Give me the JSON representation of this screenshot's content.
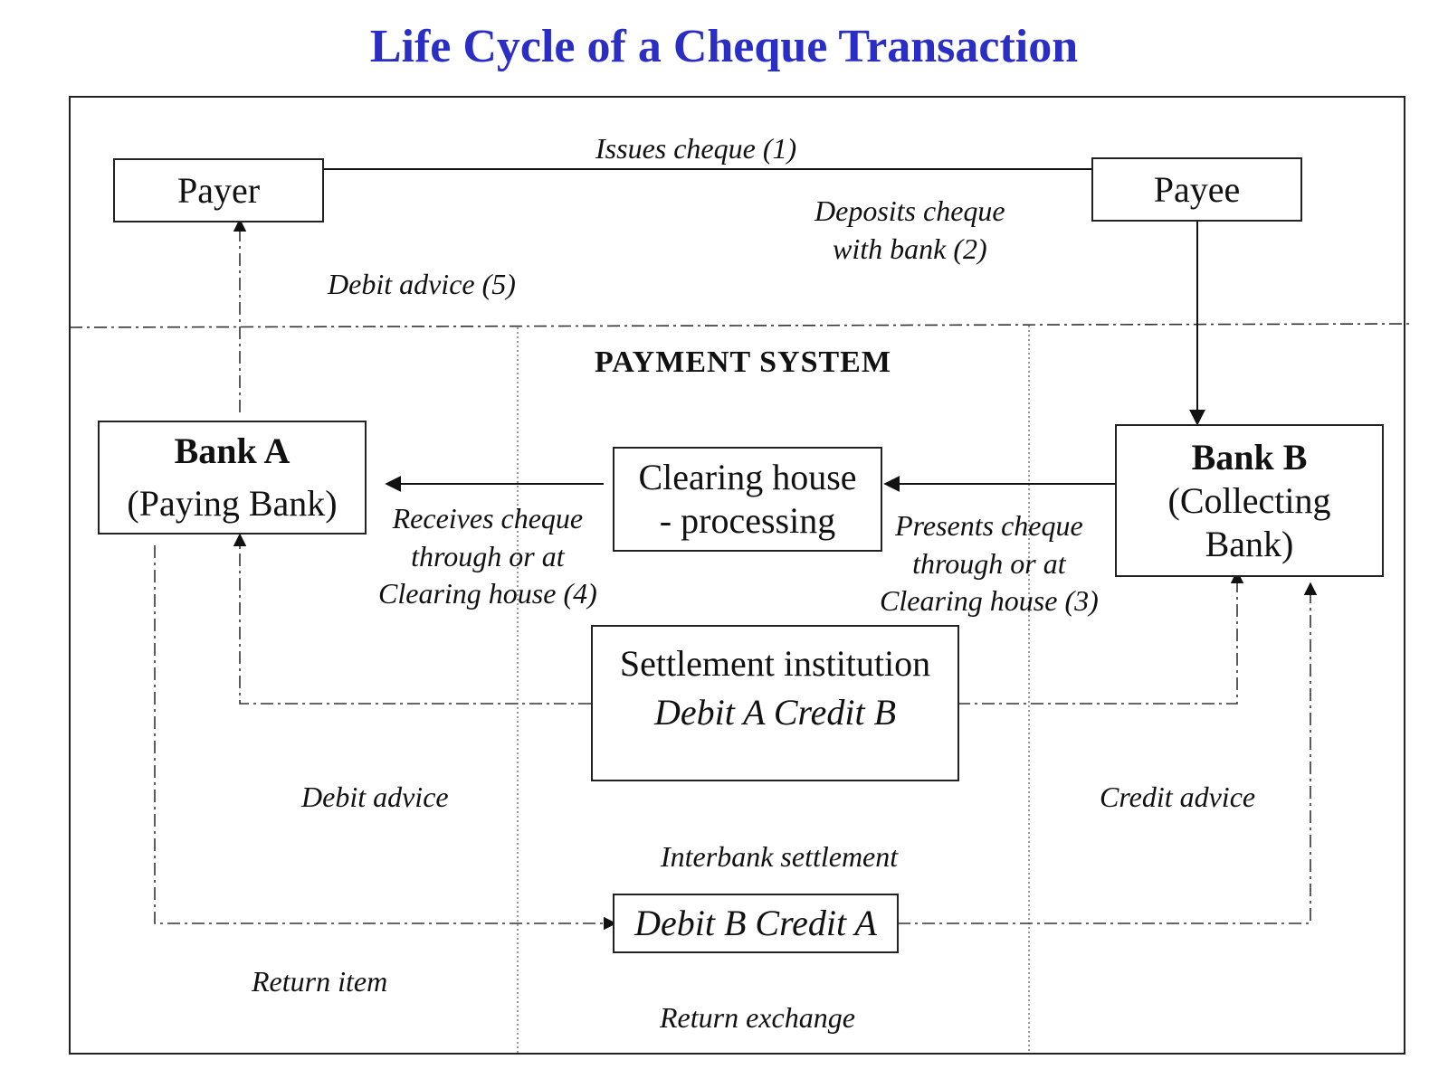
{
  "title": "Life Cycle of a Cheque Transaction",
  "section_header": "PAYMENT SYSTEM",
  "nodes": {
    "payer": "Payer",
    "payee": "Payee",
    "bank_a": {
      "name": "Bank A",
      "role": "(Paying Bank)"
    },
    "bank_b": {
      "name": "Bank B",
      "role_line1": "(Collecting",
      "role_line2": "Bank)"
    },
    "clearing": {
      "line1": "Clearing house",
      "line2": "- processing"
    },
    "settlement": {
      "line1": "Settlement institution",
      "line2": "Debit A Credit B"
    },
    "return_box": "Debit B Credit A"
  },
  "labels": {
    "issues": "Issues cheque (1)",
    "deposits_line1": "Deposits cheque",
    "deposits_line2": "with bank (2)",
    "debit_advice_5": "Debit advice (5)",
    "presents_line1": "Presents cheque",
    "presents_line2": "through or at",
    "presents_line3": "Clearing house (3)",
    "receives_line1": "Receives cheque",
    "receives_line2": "through or at",
    "receives_line3": "Clearing house (4)",
    "debit_advice": "Debit advice",
    "credit_advice": "Credit advice",
    "interbank": "Interbank settlement",
    "return_item": "Return item",
    "return_exchange": "Return exchange"
  }
}
